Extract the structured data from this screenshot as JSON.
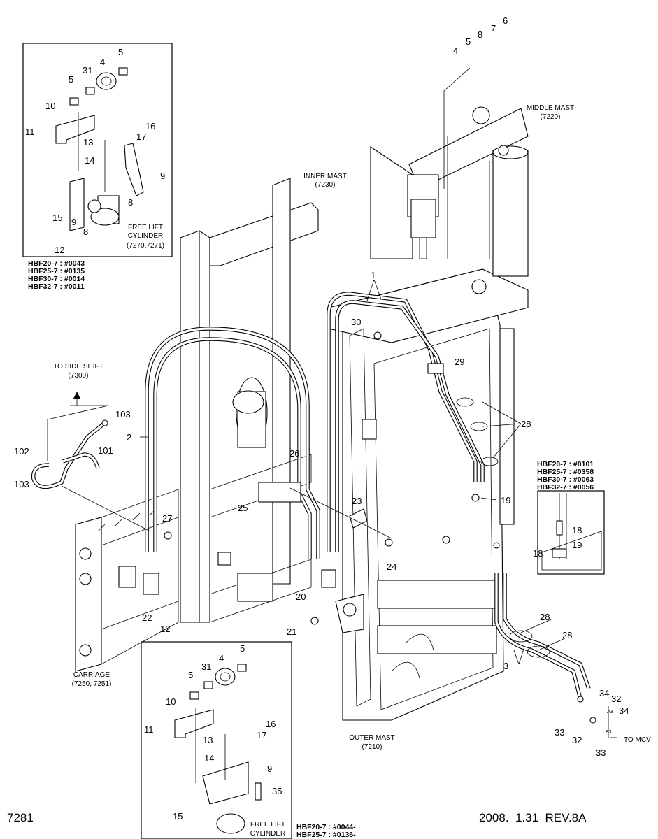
{
  "page": {
    "code": "7281",
    "date_rev": "2008.  1.31  REV.8A"
  },
  "assemblies": {
    "inner_mast": "INNER MAST",
    "inner_mast_code": "(7230)",
    "middle_mast": "MIDDLE MAST",
    "middle_mast_code": "(7220)",
    "outer_mast": "OUTER MAST",
    "outer_mast_code": "(7210)",
    "carriage": "CARRIAGE",
    "carriage_code": "(7250, 7251)",
    "side_shift": "TO SIDE SHIFT",
    "side_shift_code": "(7300)",
    "to_mcv": "TO MCV",
    "free_lift_1": "FREE LIFT",
    "free_lift_2": "CYLINDER",
    "free_lift_code": "(7270,7271)",
    "free_lift_b1": "FREE LIFT",
    "free_lift_b2": "CYLINDER"
  },
  "serials_top": [
    "HBF20-7 : #0043",
    "HBF25-7 : #0135",
    "HBF30-7 : #0014",
    "HBF32-7 : #0011"
  ],
  "serials_right": [
    "HBF20-7 : #0101",
    "HBF25-7 : #0358",
    "HBF30-7 : #0063",
    "HBF32-7 : #0056"
  ],
  "serials_bottom": [
    "HBF20-7 : #0044-",
    "HBF25-7 : #0136-"
  ],
  "port_labels": {
    "a3": "A3",
    "b3": "B3"
  },
  "callouts": {
    "c1": "1",
    "c2": "2",
    "c3": "3",
    "c4a": "4",
    "c5a": "5",
    "c6": "6",
    "c7": "7",
    "c8a": "8",
    "c18a": "18",
    "c18b": "18",
    "c19a": "19",
    "c19b": "19",
    "c20": "20",
    "c21": "21",
    "c22": "22",
    "c23": "23",
    "c24": "24",
    "c25": "25",
    "c26": "26",
    "c27": "27",
    "c28a": "28",
    "c28b": "28",
    "c28c": "28",
    "c29": "29",
    "c30": "30",
    "c32a": "32",
    "c32b": "32",
    "c33a": "33",
    "c33b": "33",
    "c34a": "34",
    "c34b": "34",
    "c12c": "12",
    "c101": "101",
    "c102": "102",
    "c103a": "103",
    "c103b": "103"
  },
  "inset_top": {
    "n4": "4",
    "n5a": "5",
    "n5b": "5",
    "n31": "31",
    "n10": "10",
    "n11": "11",
    "n13": "13",
    "n14": "14",
    "n16": "16",
    "n17": "17",
    "n9a": "9",
    "n8a": "8",
    "n8b": "8",
    "n15": "15",
    "n9b": "9",
    "n12": "12"
  },
  "inset_bottom": {
    "n4": "4",
    "n5a": "5",
    "n5b": "5",
    "n31": "31",
    "n10": "10",
    "n11": "11",
    "n13": "13",
    "n14": "14",
    "n16": "16",
    "n17": "17",
    "n9": "9",
    "n35": "35",
    "n15": "15"
  }
}
